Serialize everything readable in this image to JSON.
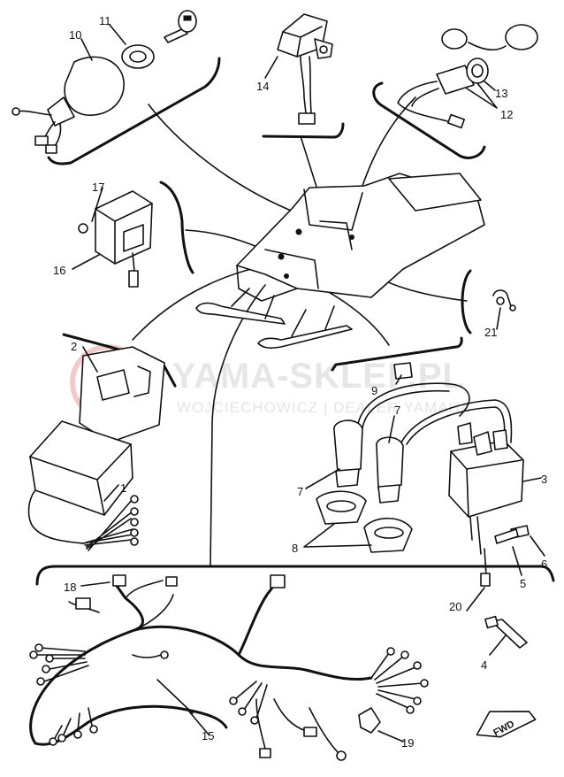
{
  "watermark": {
    "title": "YAMA-SKLEP.PL",
    "subtitle": "WOJCIECHOWICZ | DEALER YAMAHA"
  },
  "callouts": [
    "1",
    "2",
    "3",
    "4",
    "5",
    "6",
    "7",
    "7",
    "8",
    "9",
    "10",
    "11",
    "12",
    "13",
    "14",
    "15",
    "16",
    "17",
    "18",
    "19",
    "20",
    "21"
  ],
  "fwd_label": "FWD",
  "colors": {
    "line": "#111111",
    "background": "#ffffff",
    "watermark_logo": "#f3c9c9",
    "watermark_text": "#e6e6e6"
  }
}
